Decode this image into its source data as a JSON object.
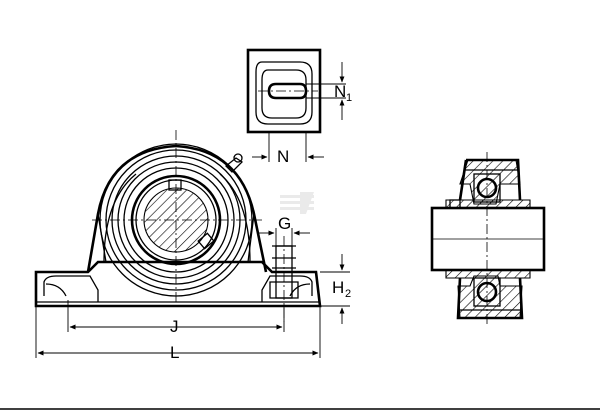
{
  "labels": {
    "n1": "N",
    "n1_sub": "1",
    "n": "N",
    "g": "G",
    "h2": "H",
    "h2_sub": "2",
    "j": "J",
    "l": "L"
  }
}
